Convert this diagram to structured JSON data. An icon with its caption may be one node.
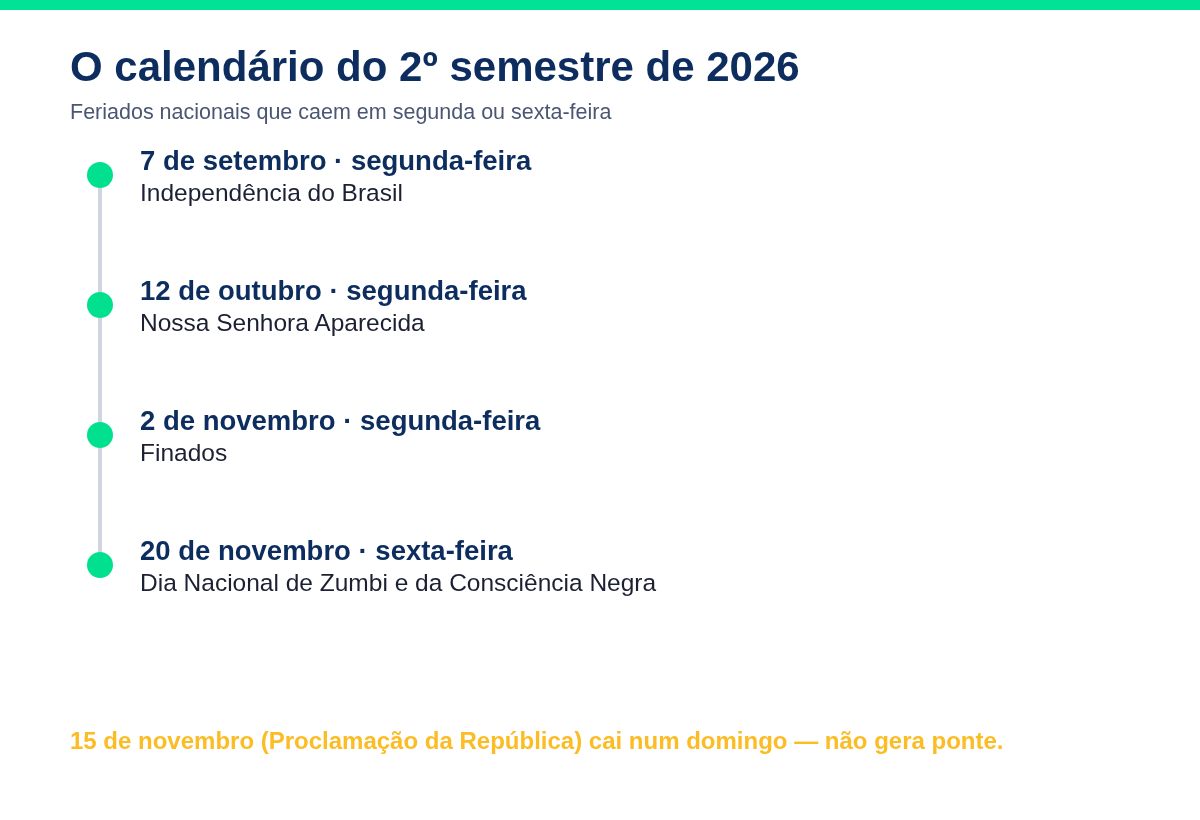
{
  "diagram": {
    "title": "O calendário do 2º semestre de 2026",
    "nodes": [
      {
        "text": [],
        "shape": "circle",
        "beside": [
          "7 de setembro · segunda-feira",
          "Independência do Brasil"
        ]
      },
      {
        "text": [],
        "shape": "circle",
        "beside": [
          "12 de outubro · segunda-feira",
          "Nossa Senhora Aparecida"
        ]
      },
      {
        "text": [],
        "shape": "circle",
        "beside": [
          "2 de novembro · segunda-feira",
          "Finados"
        ]
      },
      {
        "text": [],
        "shape": "circle",
        "beside": [
          "20 de novembro · sexta-feira",
          "Dia Nacional de Zumbi e da Consciência Negra"
        ]
      }
    ],
    "edges": [
      {
        "from": 0,
        "to": 1,
        "arrow": "none"
      },
      {
        "from": 1,
        "to": 2,
        "arrow": "none"
      },
      {
        "from": 2,
        "to": 3,
        "arrow": "none"
      }
    ],
    "labels": [
      "Feriados nacionais que caem em segunda ou sexta-feira",
      "15 de novembro (Proclamação da República) cai num domingo — não gera ponte."
    ]
  }
}
